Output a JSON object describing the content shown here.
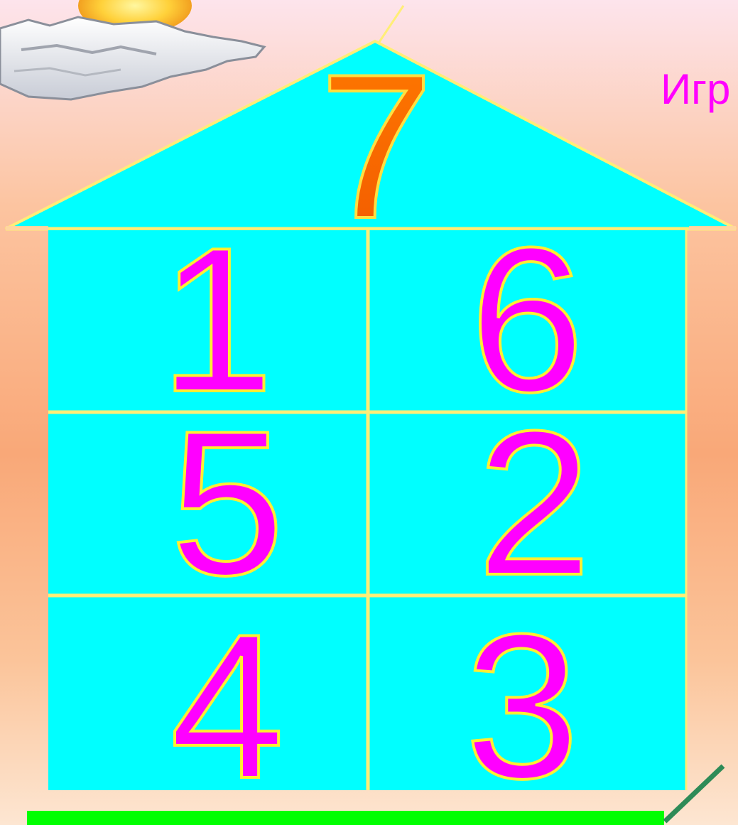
{
  "title": "Игр",
  "roof": {
    "number": "7"
  },
  "rooms": [
    {
      "number": "1"
    },
    {
      "number": "6"
    },
    {
      "number": "5"
    },
    {
      "number": "2"
    },
    {
      "number": "4"
    },
    {
      "number": "3"
    }
  ],
  "colors": {
    "house_fill": "#00ffff",
    "outline": "#ffee77",
    "digit_fill": "#ff00ff",
    "roof_digit_fill": "#ff6600",
    "ground": "#00ff00",
    "title": "#ff00ff",
    "corner_stroke": "#2e8b57"
  },
  "icons": [
    "sun-cloud-icon"
  ]
}
